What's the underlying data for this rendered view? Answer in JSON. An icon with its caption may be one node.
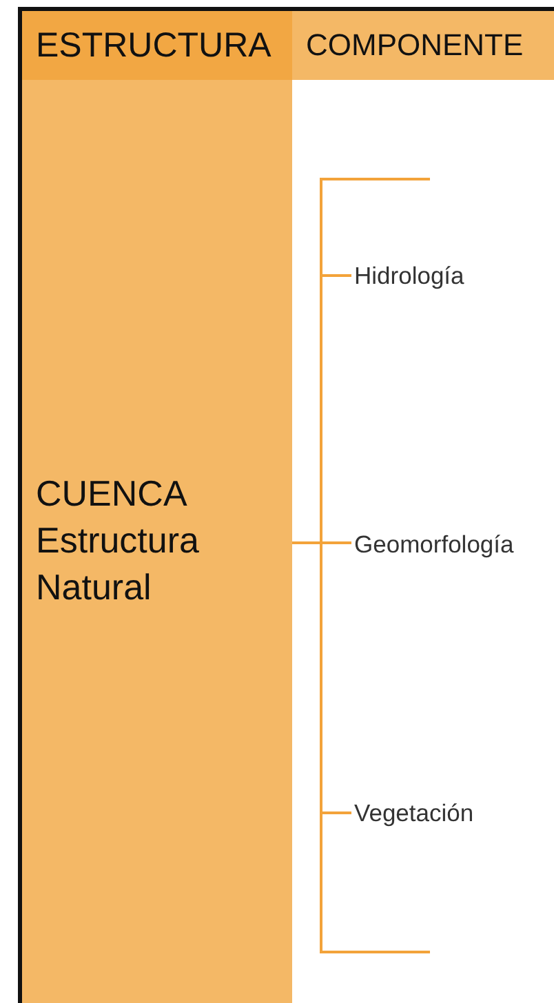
{
  "diagram": {
    "nodes": [
      {
        "text": [
          "ESTRUCTURA"
        ]
      },
      {
        "text": [
          "COMPONENTE"
        ]
      },
      {
        "text": [
          "CUENCA Estructura Natural"
        ]
      },
      {
        "text": [
          "Hidrología"
        ]
      },
      {
        "text": [
          "Geomorfología"
        ]
      },
      {
        "text": [
          "Vegetación"
        ]
      }
    ],
    "edges": [
      {
        "from": 2,
        "to": 3,
        "arrow": "none"
      },
      {
        "from": 2,
        "to": 4,
        "arrow": "none"
      },
      {
        "from": 2,
        "to": 5,
        "arrow": "none"
      }
    ]
  }
}
